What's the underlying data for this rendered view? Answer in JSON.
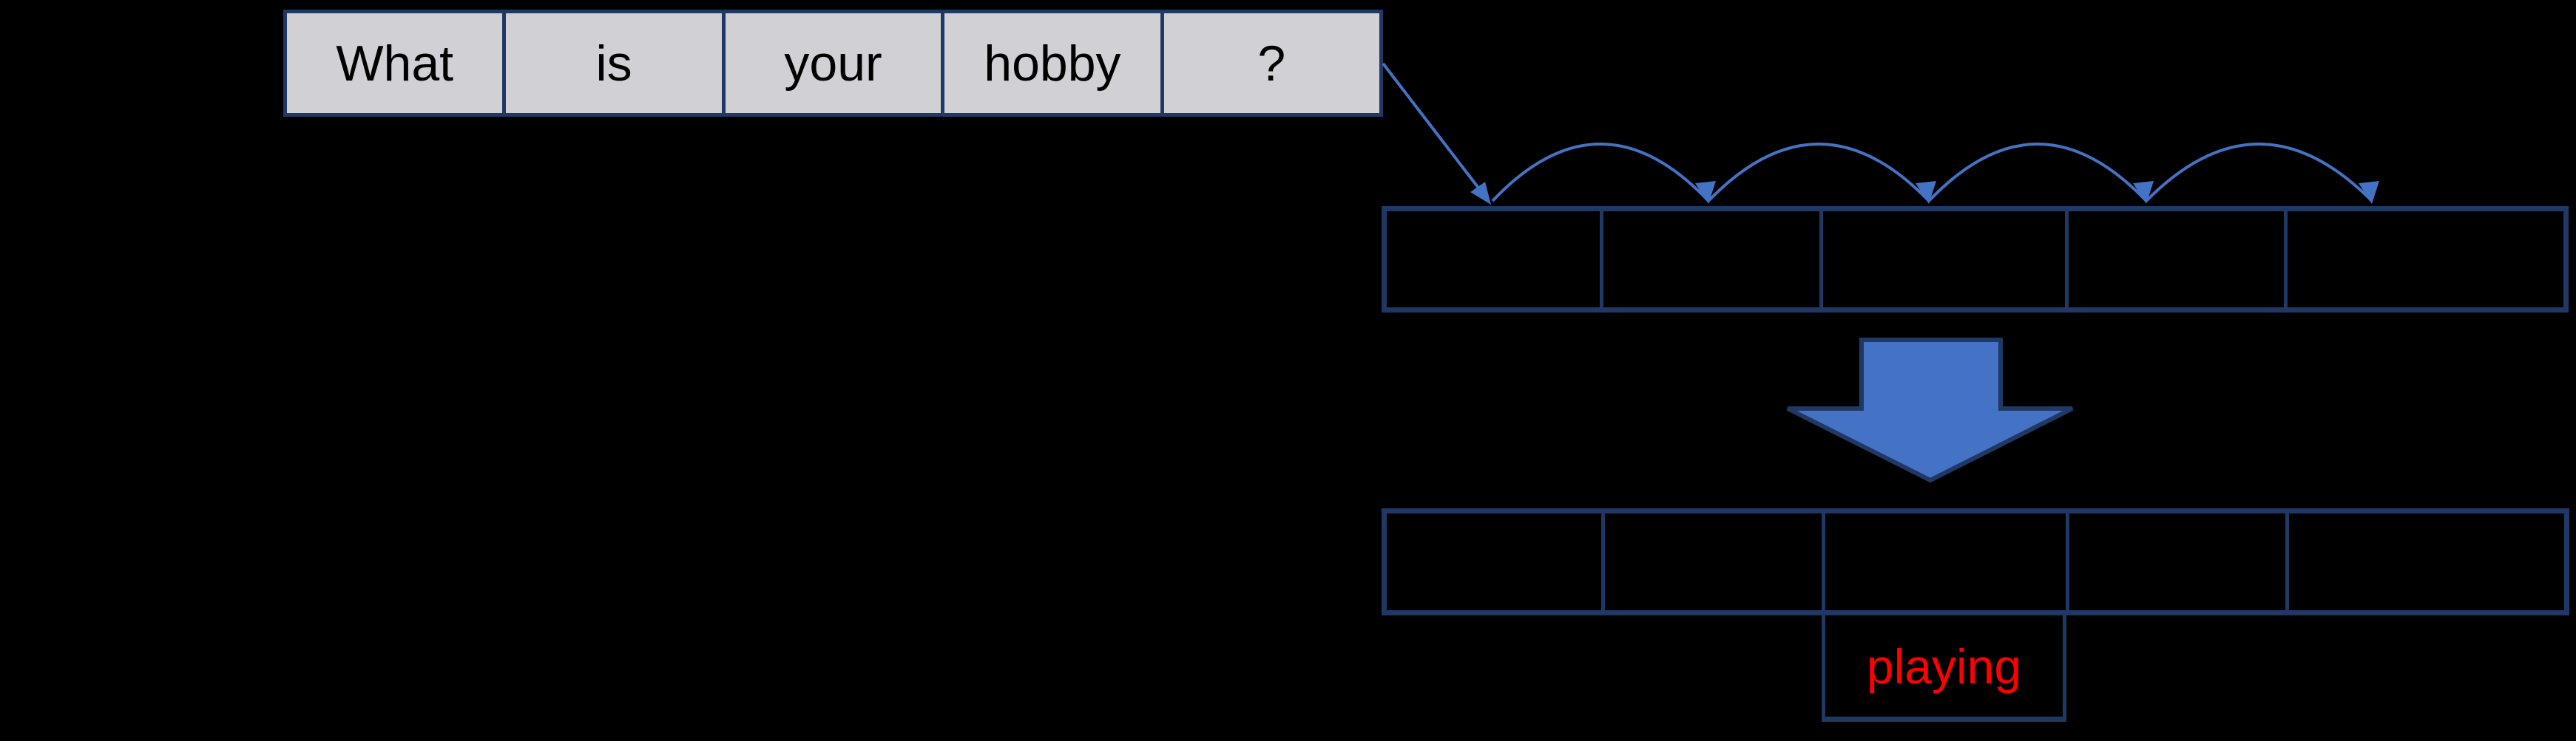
{
  "sentence": {
    "tokens": [
      "What",
      "is",
      "your",
      "hobby",
      "?"
    ]
  },
  "top_row": {
    "cells": [
      "",
      "",
      "",
      "",
      ""
    ]
  },
  "bottom_row": {
    "cells": [
      "",
      "",
      "",
      "",
      ""
    ]
  },
  "prediction": {
    "word": "playing"
  },
  "colors": {
    "background": "#000000",
    "token_cell_fill": "#D1D0D4",
    "box_border": "#203864",
    "arrow_blue": "#4472C4",
    "prediction_red": "#FF0000",
    "token_text": "#000000"
  }
}
